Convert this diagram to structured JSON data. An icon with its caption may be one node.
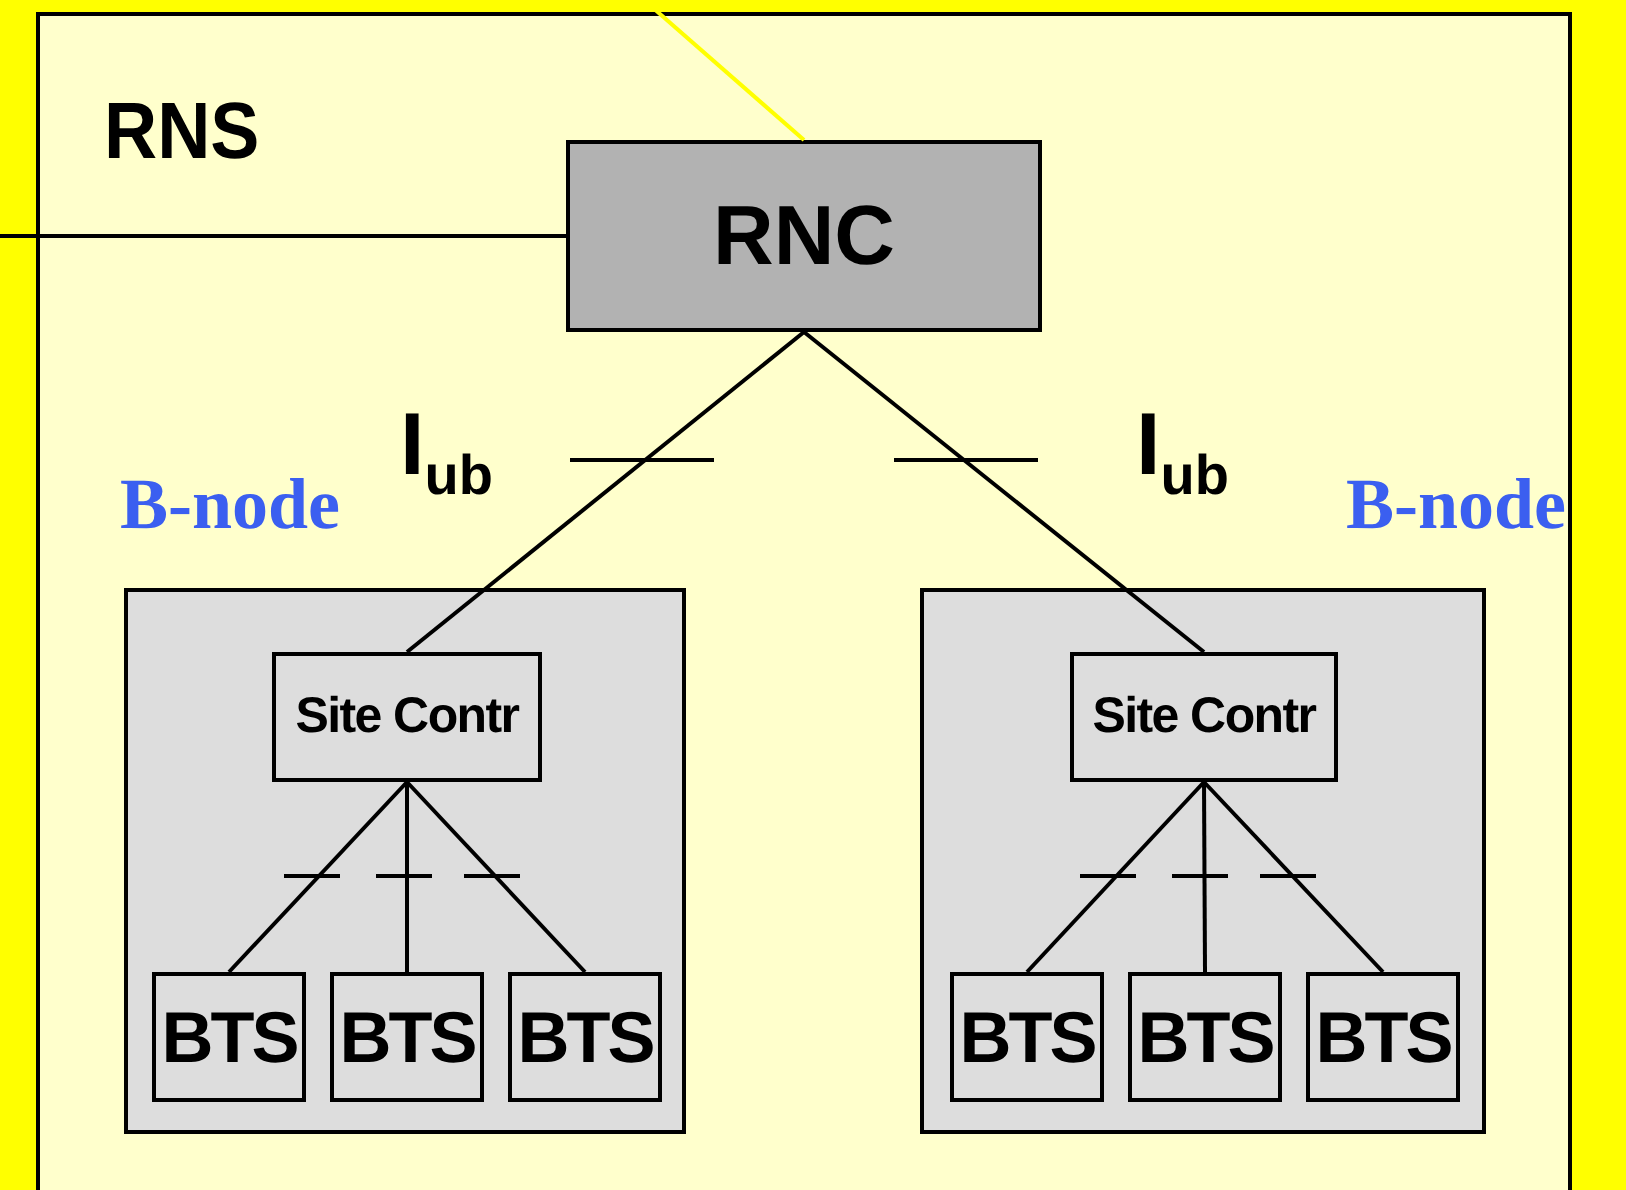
{
  "diagram": {
    "nodes": [
      {
        "text": [
          "RNS"
        ]
      },
      {
        "text": [
          "RNC"
        ],
        "in": 0
      },
      {
        "text": [
          "B-node"
        ],
        "in": 0
      },
      {
        "text": [
          "Site Contr"
        ],
        "in": 2
      },
      {
        "text": [
          "BTS"
        ],
        "in": 2
      },
      {
        "text": [
          "BTS"
        ],
        "in": 2
      },
      {
        "text": [
          "BTS"
        ],
        "in": 2
      },
      {
        "text": [
          "B-node"
        ],
        "in": 0
      },
      {
        "text": [
          "Site Contr"
        ],
        "in": 7
      },
      {
        "text": [
          "BTS"
        ],
        "in": 7
      },
      {
        "text": [
          "BTS"
        ],
        "in": 7
      },
      {
        "text": [
          "BTS"
        ],
        "in": 7
      }
    ],
    "edges": [
      {
        "from": null,
        "to": 1,
        "arrow": "none",
        "color": "#ffff00"
      },
      {
        "from": null,
        "to": 1,
        "arrow": "none"
      },
      {
        "from": 1,
        "to": 3,
        "arrow": "none",
        "label": "I$_{ub}$"
      },
      {
        "from": 1,
        "to": 8,
        "arrow": "none",
        "label": "I$_{ub}$"
      },
      {
        "from": 3,
        "to": 4,
        "arrow": "none"
      },
      {
        "from": 3,
        "to": 5,
        "arrow": "none"
      },
      {
        "from": 3,
        "to": 6,
        "arrow": "none"
      },
      {
        "from": 8,
        "to": 9,
        "arrow": "none"
      },
      {
        "from": 8,
        "to": 10,
        "arrow": "none"
      },
      {
        "from": 8,
        "to": 11,
        "arrow": "none"
      }
    ]
  }
}
